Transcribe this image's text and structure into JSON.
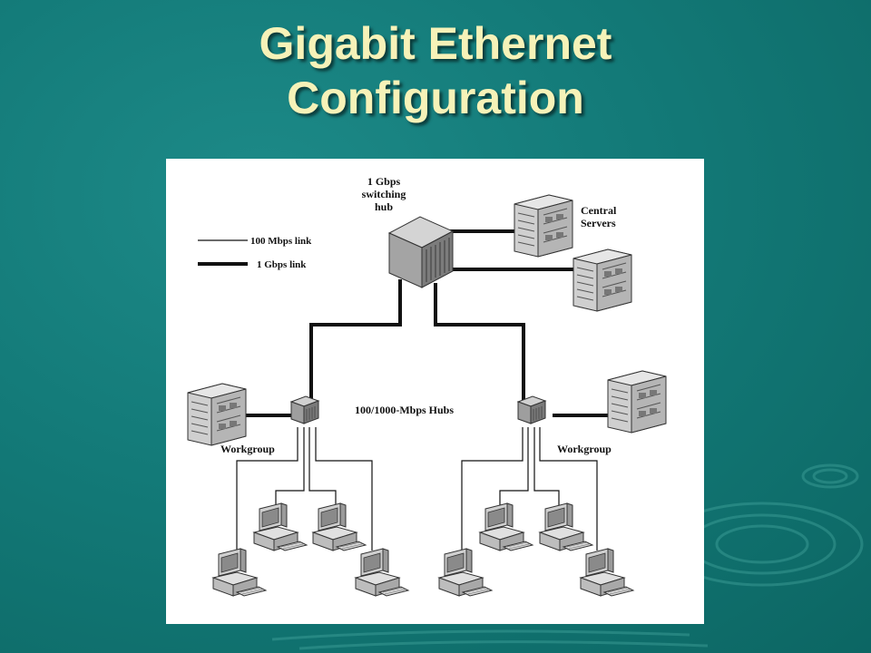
{
  "slide": {
    "title_line1": "Gigabit Ethernet",
    "title_line2": "Configuration"
  },
  "diagram": {
    "switch_label_line1": "1 Gbps",
    "switch_label_line2": "switching",
    "switch_label_line3": "hub",
    "servers_label_line1": "Central",
    "servers_label_line2": "Servers",
    "legend": [
      {
        "label": "100 Mbps link",
        "style": "thin"
      },
      {
        "label": "1 Gbps link",
        "style": "thick"
      }
    ],
    "hubs_label": "100/1000-Mbps Hubs",
    "workgroup_left": "Workgroup",
    "workgroup_right": "Workgroup"
  },
  "colors": {
    "background": "#137a78",
    "title": "#f6f2b8",
    "figure_bg": "#ffffff",
    "line": "#111111"
  }
}
